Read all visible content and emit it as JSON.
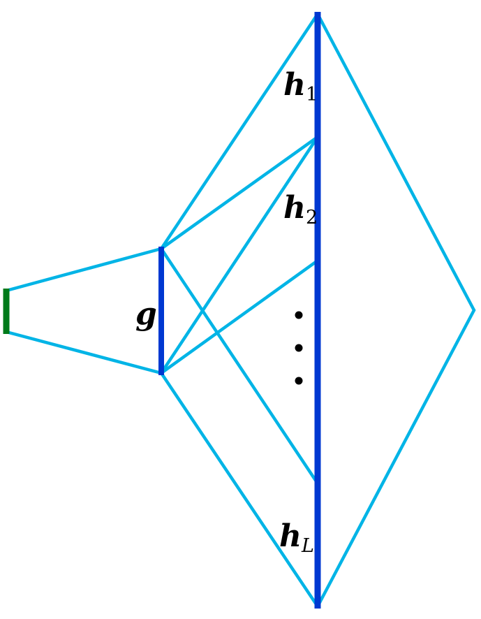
{
  "colors": {
    "edge": "#00b4e6",
    "bar": "#0038d1",
    "input_bar": "#007a1a",
    "text": "#000000",
    "dots": "#000000"
  },
  "labels": {
    "g": "g",
    "h1_main": "h",
    "h1_sub": "1",
    "h2_main": "h",
    "h2_sub": "2",
    "hL_main": "h",
    "hL_sub": "L"
  },
  "ellipsis": {
    "count": 3
  }
}
